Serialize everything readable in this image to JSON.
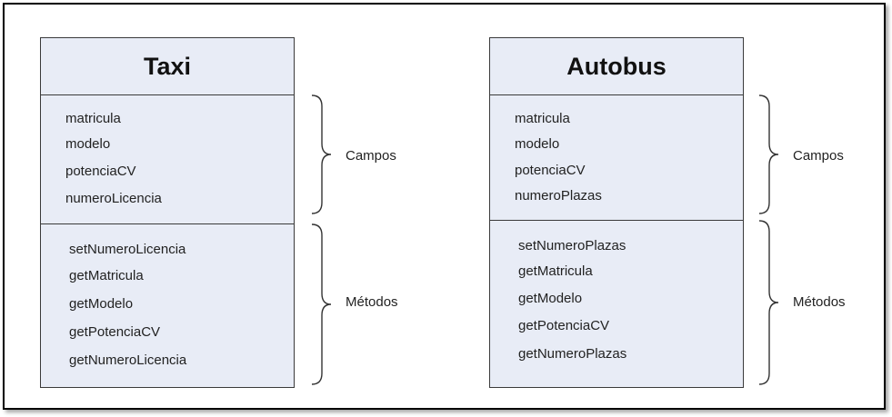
{
  "classes": [
    {
      "title": "Taxi",
      "fields": [
        "matricula",
        "modelo",
        "potenciaCV",
        "numeroLicencia"
      ],
      "methods": [
        "setNumeroLicencia",
        "getMatricula",
        "getModelo",
        "getPotenciaCV",
        "getNumeroLicencia"
      ],
      "fields_label": "Campos",
      "methods_label": "Métodos"
    },
    {
      "title": "Autobus",
      "fields": [
        "matricula",
        "modelo",
        "potenciaCV",
        "numeroPlazas"
      ],
      "methods": [
        "setNumeroPlazas",
        "getMatricula",
        "getModelo",
        "getPotenciaCV",
        "getNumeroPlazas"
      ],
      "fields_label": "Campos",
      "methods_label": "Métodos"
    }
  ],
  "colors": {
    "box_fill": "#e8ecf6",
    "border": "#3a3a3a",
    "frame": "#000000"
  }
}
